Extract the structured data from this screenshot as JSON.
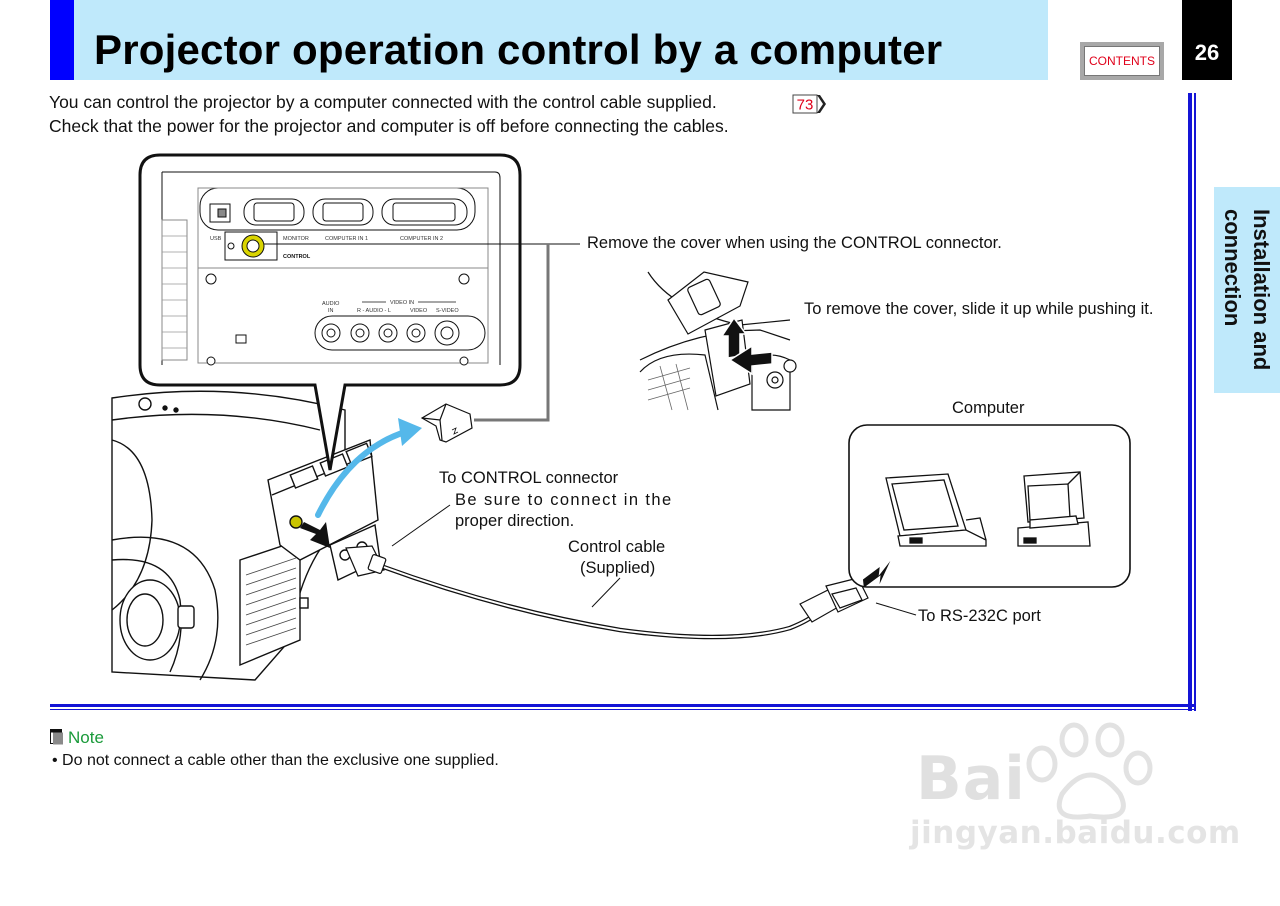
{
  "header": {
    "title": "Projector operation control by a computer",
    "contents_label": "CONTENTS",
    "page_number": "26"
  },
  "section_tab": {
    "label": "Installation and\nconnection"
  },
  "intro": {
    "line1": "You can control the projector by a computer connected with the control cable supplied.",
    "page_ref": "73",
    "line2": "Check that the power for the projector and computer is off before connecting the cables."
  },
  "diagram": {
    "remove_cover": "Remove the cover when using the CONTROL connector.",
    "slide_cover": "To remove the cover, slide it up while pushing it.",
    "computer": "Computer",
    "control_connector": "To CONTROL connector",
    "direction_line1": "Be sure to connect in the",
    "direction_line2": "proper direction.",
    "cable_line1": "Control cable",
    "cable_line2": "(Supplied)",
    "rs232": "To RS-232C port",
    "panel": {
      "usb": "USB",
      "monitor": "MONITOR",
      "computer_in_1": "COMPUTER IN 1",
      "computer_in_2": "COMPUTER IN 2",
      "control": "CONTROL",
      "audio": "AUDIO",
      "in": "IN",
      "video_in": "VIDEO IN",
      "r_audio_l": "R - AUDIO - L",
      "video": "VIDEO",
      "s_video": "S-VIDEO"
    }
  },
  "note": {
    "title": "Note",
    "items": [
      "• Do not connect a cable other than the exclusive one supplied."
    ]
  },
  "watermark": {
    "brand": "Bai",
    "url": "jingyan.baidu.com"
  },
  "colors": {
    "title_bg": "#bfe9fb",
    "accent_blue": "#1515d6",
    "arrow_blue": "#55b8ea",
    "note_green": "#1a9a3a",
    "badge_red": "#e0001a"
  }
}
